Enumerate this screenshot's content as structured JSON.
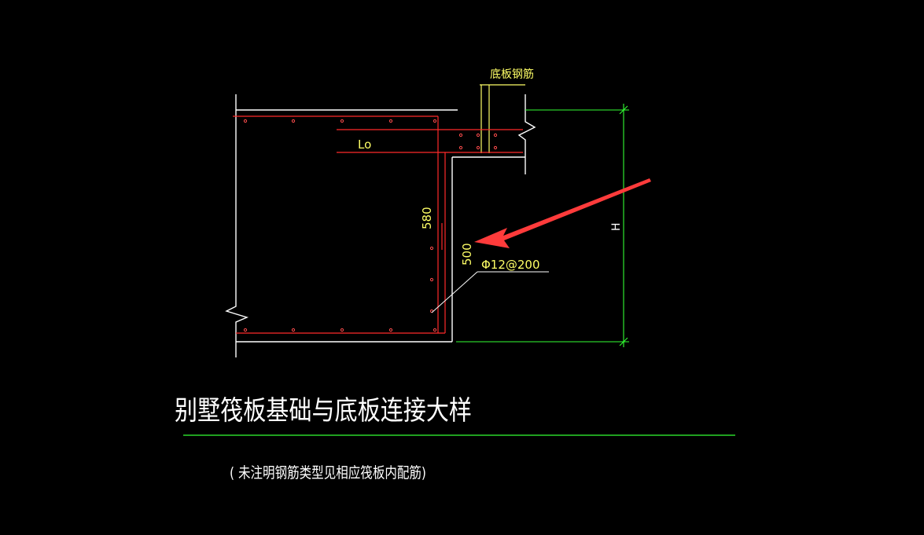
{
  "drawing": {
    "title": "别墅筏板基础与底板连接大样",
    "note": "( 未注明钢筋类型见相应筏板内配筋)",
    "labels": {
      "bottom_rebar": "底板钢筋",
      "lo": "Lo",
      "dim_580": "580",
      "dim_500": "500",
      "rebar_spec": "Φ12@200",
      "height": "H"
    },
    "colors": {
      "background": "#000000",
      "outline": "#ffffff",
      "rebar": "#ff2a2a",
      "dimension": "#33ff33",
      "text": "#ffff66",
      "arrow": "#ff3b3b"
    }
  }
}
